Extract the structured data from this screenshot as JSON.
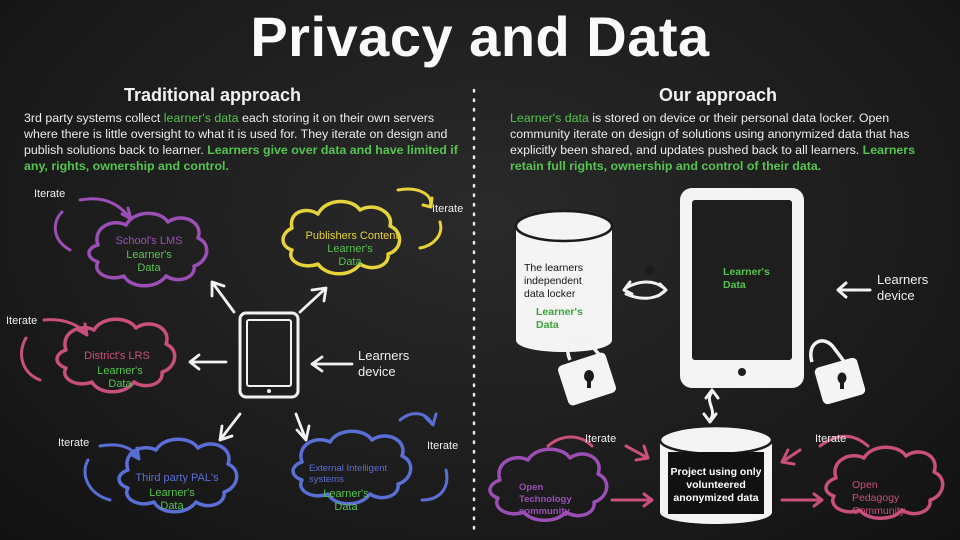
{
  "title": "Privacy and Data",
  "left": {
    "heading": "Traditional approach",
    "para": {
      "p1": "3rd party systems collect ",
      "p2": "learner's data",
      "p3": " each storing it on their own servers where there is little oversight to what it is used for. They iterate on design and publish solutions back to learner. ",
      "p4": "Learners give over data and have limited if any, rights, ownership and control."
    },
    "device_label": "Learners\ndevice",
    "iterate": "Iterate",
    "clouds": {
      "schools_lms": {
        "name": "School's LMS",
        "data": "Learner's\nData"
      },
      "publishers": {
        "name": "Publishers Content",
        "data": "Learner's\nData"
      },
      "districts": {
        "name": "District's LRS",
        "data": "Learner's\nData"
      },
      "third_party": {
        "name": "Third party PAL's",
        "data": "Learner's\nData"
      },
      "external": {
        "name": "External Intelligent\nsystems",
        "data": "Learner's\nData"
      }
    }
  },
  "right": {
    "heading": "Our approach",
    "para": {
      "p1": "Learner's data",
      "p2": " is stored on device or their personal data locker.  Open community iterate on design of solutions using anonymized data that has explicitly been shared, and updates pushed back to all learners. ",
      "p3": "Learners retain full rights, ownership and control of their data."
    },
    "locker": {
      "text": "The learners\nindependent\ndata locker",
      "data": "Learner's\nData"
    },
    "tablet_data": "Learner's\nData",
    "device_label": "Learners\ndevice",
    "project": "Project using only\nvolunteered\nanonymized data",
    "iterate": "Iterate",
    "open_tech": "Open\nTechnology\ncommunity",
    "open_ped": "Open\nPedagogy\nCommunity"
  },
  "colors": {
    "purple": "#9b4fb5",
    "yellow": "#e6d23a",
    "pink": "#c94f7c",
    "blue": "#5a6fd6",
    "green": "#55c44f"
  }
}
